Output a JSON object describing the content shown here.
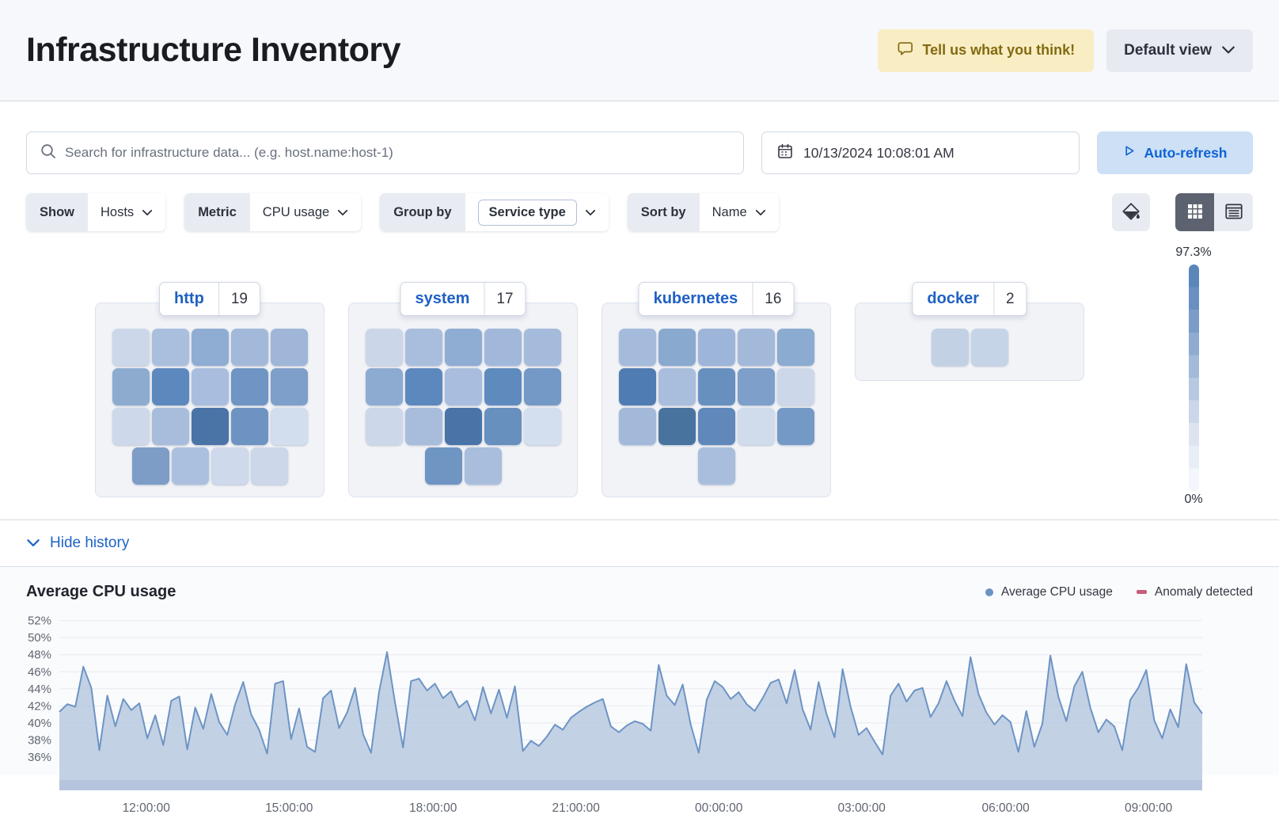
{
  "header": {
    "title": "Infrastructure Inventory",
    "feedback_label": "Tell us what you think!",
    "view_selector": "Default view"
  },
  "toolbar": {
    "search_placeholder": "Search for infrastructure data... (e.g. host.name:host-1)",
    "datetime": "10/13/2024 10:08:01 AM",
    "auto_refresh_label": "Auto-refresh"
  },
  "filters": {
    "show": {
      "label": "Show",
      "value": "Hosts"
    },
    "metric": {
      "label": "Metric",
      "value": "CPU usage"
    },
    "group_by": {
      "label": "Group by",
      "value": "Service type"
    },
    "sort_by": {
      "label": "Sort by",
      "value": "Name"
    }
  },
  "icons": [
    "speech-bubble",
    "chevron-down",
    "search",
    "calendar",
    "play",
    "paint-bucket",
    "grid-view",
    "table-view"
  ],
  "scale": {
    "max": "97.3%",
    "min": "0%",
    "colors": [
      "#5b86ba",
      "#6990c0",
      "#7b9cc8",
      "#8fabd1",
      "#a3bad9",
      "#b7c8e1",
      "#cbd6ea",
      "#dde4f0",
      "#e9eef6",
      "#f3f6fb"
    ]
  },
  "groups": [
    {
      "name": "http",
      "count": "19",
      "tiles": [
        "#ccd8e9",
        "#aabfde",
        "#8fadd2",
        "#a3b9da",
        "#9fb6d8",
        "#8cabcf",
        "#5c88bd",
        "#a9bede",
        "#6e95c3",
        "#7d9fc9",
        "#cdd9ea",
        "#a8bddb",
        "#4a73a6",
        "#6d93c2",
        "#d2dded",
        "#7d9dc7",
        "#abc0de",
        "#ced9eb",
        "#ccd8ea"
      ]
    },
    {
      "name": "system",
      "count": "17",
      "tiles": [
        "#cbd7e8",
        "#a9bedd",
        "#8fadd2",
        "#a2b8da",
        "#a5bbdb",
        "#8dabd0",
        "#5c88bd",
        "#a9bede",
        "#5f8abe",
        "#7499c6",
        "#ccd8e9",
        "#a8bddc",
        "#4a74a8",
        "#6890bf",
        "#d3deee",
        "#6f95c3",
        "#a9bedd"
      ]
    },
    {
      "name": "kubernetes",
      "count": "16",
      "tiles": [
        "#a5bbdc",
        "#8aa9cf",
        "#9db5d8",
        "#a3b9da",
        "#8babd0",
        "#4f7cb2",
        "#a9bedd",
        "#6890bf",
        "#7d9fc9",
        "#ccd8e9",
        "#a3b9da",
        "#49739f",
        "#6088bb",
        "#d0dcec",
        "#7499c6",
        "#a9bedd"
      ]
    },
    {
      "name": "docker",
      "count": "2",
      "tiles": [
        "#c3d1e5",
        "#c6d4e7"
      ]
    }
  ],
  "history_toggle": {
    "label": "Hide history"
  },
  "chart_data": {
    "type": "area",
    "title": "Average CPU usage",
    "xlabel": "",
    "ylabel": "",
    "ylim": [
      32.1,
      52.8
    ],
    "grid": true,
    "legend_position": "top-right",
    "legend": [
      {
        "label": "Average CPU usage",
        "shape": "dot",
        "color": "#6b93c2"
      },
      {
        "label": "Anomaly detected",
        "shape": "bar",
        "color": "#c85c7c"
      }
    ],
    "y_ticks": [
      "52%",
      "50%",
      "48%",
      "46%",
      "44%",
      "42%",
      "40%",
      "38%",
      "36%"
    ],
    "y_tick_values": [
      52,
      50,
      48,
      46,
      44,
      42,
      40,
      38,
      36
    ],
    "x_ticks": [
      {
        "label": "12:00:00",
        "frac": 0.076
      },
      {
        "label": "15:00:00",
        "frac": 0.201
      },
      {
        "label": "18:00:00",
        "frac": 0.327
      },
      {
        "label": "21:00:00",
        "frac": 0.452
      },
      {
        "label": "00:00:00",
        "frac": 0.577
      },
      {
        "label": "03:00:00",
        "frac": 0.702
      },
      {
        "label": "06:00:00",
        "frac": 0.828
      },
      {
        "label": "09:00:00",
        "frac": 0.953
      }
    ],
    "series": [
      {
        "name": "Average CPU usage",
        "line_color": "#6d94c4",
        "fill_color": "#b9c9e1",
        "values": [
          41.3,
          42.2,
          41.9,
          46.6,
          44.1,
          36.8,
          43.2,
          39.6,
          42.8,
          41.5,
          42.3,
          38.2,
          40.9,
          37.4,
          42.6,
          43.1,
          36.9,
          41.8,
          39.3,
          43.4,
          40.1,
          38.6,
          42.2,
          44.8,
          41.0,
          39.2,
          36.4,
          44.6,
          44.9,
          38.1,
          41.7,
          37.2,
          36.6,
          42.9,
          43.8,
          39.4,
          41.2,
          44.1,
          38.7,
          36.5,
          43.6,
          48.3,
          42.4,
          37.1,
          44.9,
          45.2,
          43.8,
          44.6,
          42.9,
          43.7,
          41.8,
          42.6,
          40.3,
          44.2,
          41.1,
          43.9,
          40.6,
          44.3,
          36.7,
          37.9,
          37.3,
          38.4,
          39.8,
          39.2,
          40.6,
          41.3,
          41.9,
          42.4,
          42.8,
          39.6,
          38.9,
          39.7,
          40.2,
          39.9,
          39.1,
          46.8,
          43.2,
          42.1,
          44.5,
          39.8,
          36.5,
          42.7,
          44.9,
          44.2,
          42.8,
          43.6,
          42.2,
          41.4,
          42.9,
          44.7,
          45.1,
          42.3,
          46.2,
          41.6,
          39.2,
          44.8,
          41.0,
          38.3,
          46.3,
          41.9,
          38.6,
          39.4,
          37.8,
          36.3,
          43.2,
          44.6,
          42.5,
          43.8,
          44.1,
          40.7,
          42.3,
          44.9,
          42.6,
          40.8,
          47.7,
          43.4,
          41.2,
          39.8,
          40.9,
          40.1,
          36.6,
          41.4,
          37.2,
          39.9,
          47.9,
          43.1,
          40.2,
          44.3,
          46.0,
          41.8,
          38.9,
          40.4,
          39.6,
          36.8,
          42.7,
          44.1,
          46.2,
          40.3,
          38.2,
          41.6,
          39.5,
          46.9,
          42.4,
          41.1
        ]
      }
    ]
  }
}
